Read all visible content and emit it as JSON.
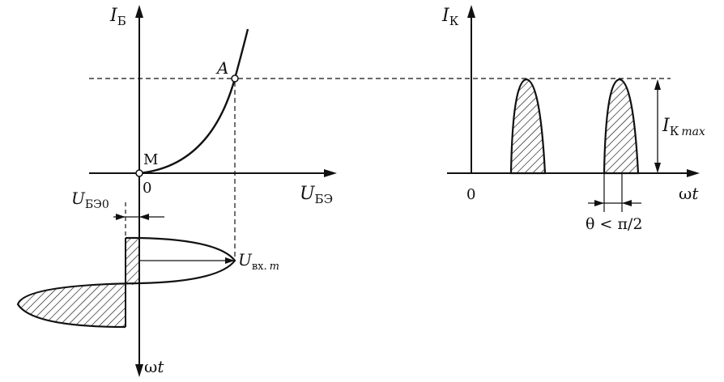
{
  "colors": {
    "ink": "#111111",
    "background": "#ffffff"
  },
  "left_graph": {
    "y_axis_label": {
      "main": "I",
      "sub": "Б"
    },
    "x_axis_label": {
      "main": "U",
      "sub": "БЭ"
    },
    "origin_label": "0",
    "point_m_label": "M",
    "point_a_label": "A",
    "bias_label": {
      "main": "U",
      "sub": "БЭ0"
    },
    "input_amplitude_label": {
      "main": "U",
      "sub": "вх.",
      "sub_italic": "m"
    },
    "time_axis_label": {
      "main": "ω",
      "italic": "t"
    }
  },
  "right_graph": {
    "y_axis_label": {
      "main": "I",
      "sub": "К"
    },
    "x_axis_label": {
      "main": "ω",
      "italic": "t"
    },
    "origin_label": "0",
    "max_label": {
      "main": "I",
      "sub": "К",
      "sub_italic": "max"
    },
    "angle_label": "θ < π/2"
  }
}
